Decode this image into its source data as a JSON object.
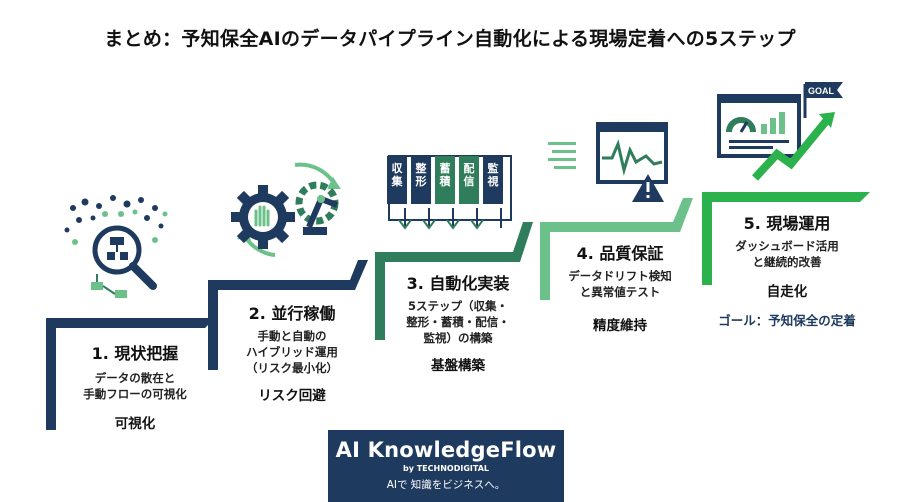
{
  "title": "まとめ：予知保全AIのデータパイプライン自動化による現場定着への5ステップ",
  "steps": [
    {
      "title": "1. 現状把握",
      "desc": [
        "データの散在と",
        "手動フローの可視化"
      ],
      "result": "可視化"
    },
    {
      "title": "2. 並行稼働",
      "desc": [
        "手動と自動の",
        "ハイブリッド運用",
        "（リスク最小化）"
      ],
      "result": "リスク回避"
    },
    {
      "title": "3. 自動化実装",
      "desc": [
        "5ステップ（収集・",
        "整形・蓄積・配信・",
        "監視）の構築"
      ],
      "result": "基盤構築"
    },
    {
      "title": "4. 品質保証",
      "desc": [
        "データドリフト検知",
        "と異常値テスト"
      ],
      "result": "精度維持"
    },
    {
      "title": "5. 現場運用",
      "desc": [
        "ダッシュボード活用",
        "と継続的改善"
      ],
      "result": "自走化",
      "goal": "ゴール：予知保全の定着"
    }
  ],
  "pipeline_stages": [
    "収集",
    "整形",
    "蓄積",
    "配信",
    "監視"
  ],
  "goal_flag": "GOAL",
  "brand": {
    "name": "AI KnowledgeFlow",
    "by": "by TECHNODIGITAL",
    "tagline": "AIで 知識をビジネスへ。"
  },
  "colors": {
    "navy": "#1e3a5f",
    "green": "#2bb24c",
    "mid_green": "#2f7d5a",
    "light_green": "#6cc18a"
  },
  "icons": [
    "magnifier-flowchart-icon",
    "gears-robot-arm-icon",
    "pipeline-icon",
    "monitor-alert-icon",
    "dashboard-goal-icon"
  ]
}
